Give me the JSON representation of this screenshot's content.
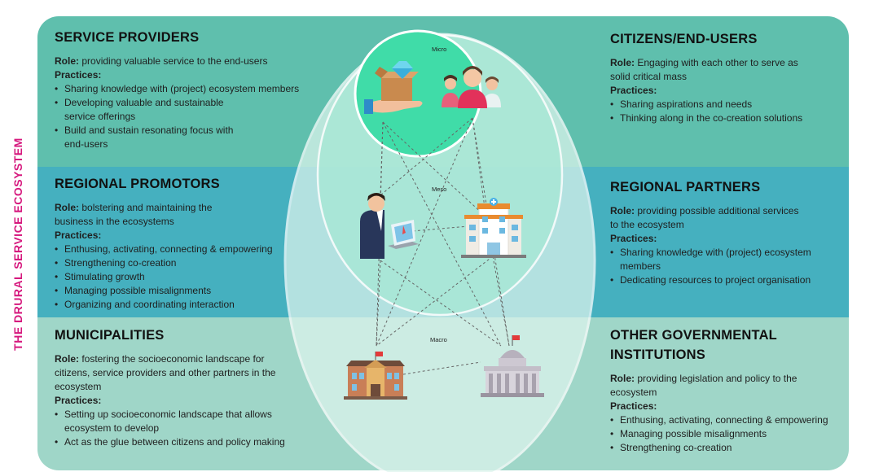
{
  "side_title": "THE DRURAL SERVICE ECOSYSTEM",
  "levels": {
    "micro": "Micro",
    "meso": "Meso",
    "macro": "Macro"
  },
  "service_providers": {
    "title": "SERVICE PROVIDERS",
    "role_label": "Role:",
    "role": "providing valuable service to the end-users",
    "practices_label": "Practices:",
    "practices": [
      "Sharing knowledge with (project) ecosystem members",
      "Developing valuable and sustainable service offerings",
      "Build and sustain resonating focus with end-users"
    ]
  },
  "citizens": {
    "title": "CITIZENS/END-USERS",
    "role_label": "Role:",
    "role": "Engaging with each other to serve as solid critical mass",
    "practices_label": "Practices:",
    "practices": [
      "Sharing aspirations and needs",
      "Thinking along in the co-creation solutions"
    ]
  },
  "regional_promotors": {
    "title": "REGIONAL PROMOTORS",
    "role_label": "Role:",
    "role": "bolstering and maintaining the business in the ecosystems",
    "practices_label": "Practices:",
    "practices": [
      "Enthusing, activating, connecting & empowering",
      "Strengthening co-creation",
      "Stimulating growth",
      "Managing possible misalignments",
      "Organizing and coordinating interaction"
    ]
  },
  "regional_partners": {
    "title": "REGIONAL PARTNERS",
    "role_label": "Role:",
    "role": "providing possible additional services to the ecosystem",
    "practices_label": "Practices:",
    "practices": [
      "Sharing knowledge with (project) ecosystem members",
      "Dedicating resources to project organisation"
    ]
  },
  "municipalities": {
    "title": "MUNICIPALITIES",
    "role_label": "Role:",
    "role": "fostering the socioeconomic landscape for citizens, service providers and other partners in the ecosystem",
    "practices_label": "Practices:",
    "practices": [
      "Setting up socioeconomic landscape that allows ecosystem to develop",
      "Act as the glue between citizens and policy making"
    ]
  },
  "other_governmental": {
    "title": "OTHER GOVERNMENTAL INSTITUTIONS",
    "role_label": "Role:",
    "role": "providing legislation and policy to the ecosystem",
    "practices_label": "Practices:",
    "practices": [
      "Enthusing, activating, connecting & empowering",
      "Managing possible misalignments",
      "Strengthening co-creation"
    ]
  },
  "colors": {
    "top_band": "#5fbfad",
    "mid_band": "#45b0bf",
    "bottom_band": "#9fd6c8",
    "micro_circle": "#40dca8",
    "accent_title": "#d6197e"
  }
}
